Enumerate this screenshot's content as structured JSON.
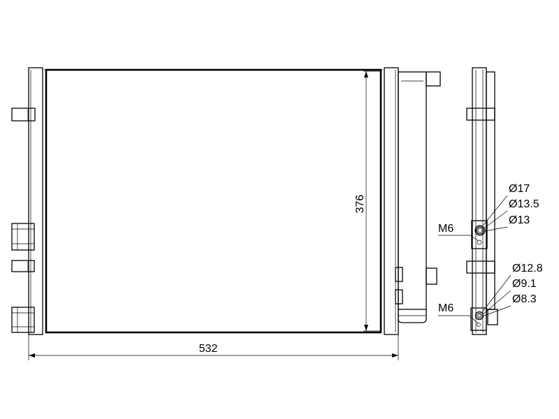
{
  "dimensions": {
    "width": "532",
    "height": "376"
  },
  "connections": {
    "upper": {
      "thread": "M6",
      "diameters": [
        "Ø17",
        "Ø13.5",
        "Ø13"
      ]
    },
    "lower": {
      "thread": "M6",
      "diameters": [
        "Ø12.8",
        "Ø9.1",
        "Ø8.3"
      ]
    }
  }
}
